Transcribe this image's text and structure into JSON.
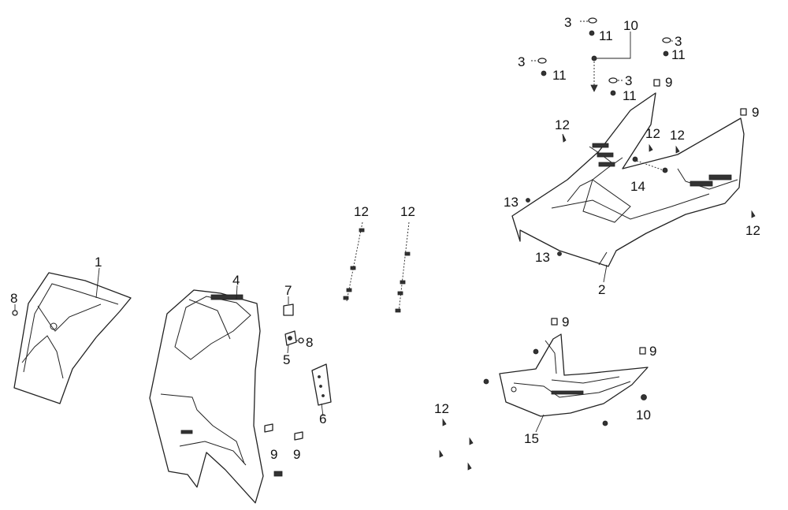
{
  "callouts": [
    {
      "id": "c1",
      "text": "1"
    },
    {
      "id": "c2",
      "text": "2"
    },
    {
      "id": "c3a",
      "text": "3"
    },
    {
      "id": "c3b",
      "text": "3"
    },
    {
      "id": "c3c",
      "text": "3"
    },
    {
      "id": "c3d",
      "text": "3"
    },
    {
      "id": "c4",
      "text": "4"
    },
    {
      "id": "c5",
      "text": "5"
    },
    {
      "id": "c6",
      "text": "6"
    },
    {
      "id": "c7",
      "text": "7"
    },
    {
      "id": "c8a",
      "text": "8"
    },
    {
      "id": "c8b",
      "text": "8"
    },
    {
      "id": "c9a",
      "text": "9"
    },
    {
      "id": "c9b",
      "text": "9"
    },
    {
      "id": "c9c",
      "text": "9"
    },
    {
      "id": "c9d",
      "text": "9"
    },
    {
      "id": "c9e",
      "text": "9"
    },
    {
      "id": "c9f",
      "text": "9"
    },
    {
      "id": "c10a",
      "text": "10"
    },
    {
      "id": "c10b",
      "text": "10"
    },
    {
      "id": "c11a",
      "text": "11"
    },
    {
      "id": "c11b",
      "text": "11"
    },
    {
      "id": "c11c",
      "text": "11"
    },
    {
      "id": "c11d",
      "text": "11"
    },
    {
      "id": "c12a",
      "text": "12"
    },
    {
      "id": "c12b",
      "text": "12"
    },
    {
      "id": "c12c",
      "text": "12"
    },
    {
      "id": "c12d",
      "text": "12"
    },
    {
      "id": "c12e",
      "text": "12"
    },
    {
      "id": "c12f",
      "text": "12"
    },
    {
      "id": "c12g",
      "text": "12"
    },
    {
      "id": "c13a",
      "text": "13"
    },
    {
      "id": "c13b",
      "text": "13"
    },
    {
      "id": "c14",
      "text": "14"
    },
    {
      "id": "c15",
      "text": "15"
    }
  ]
}
